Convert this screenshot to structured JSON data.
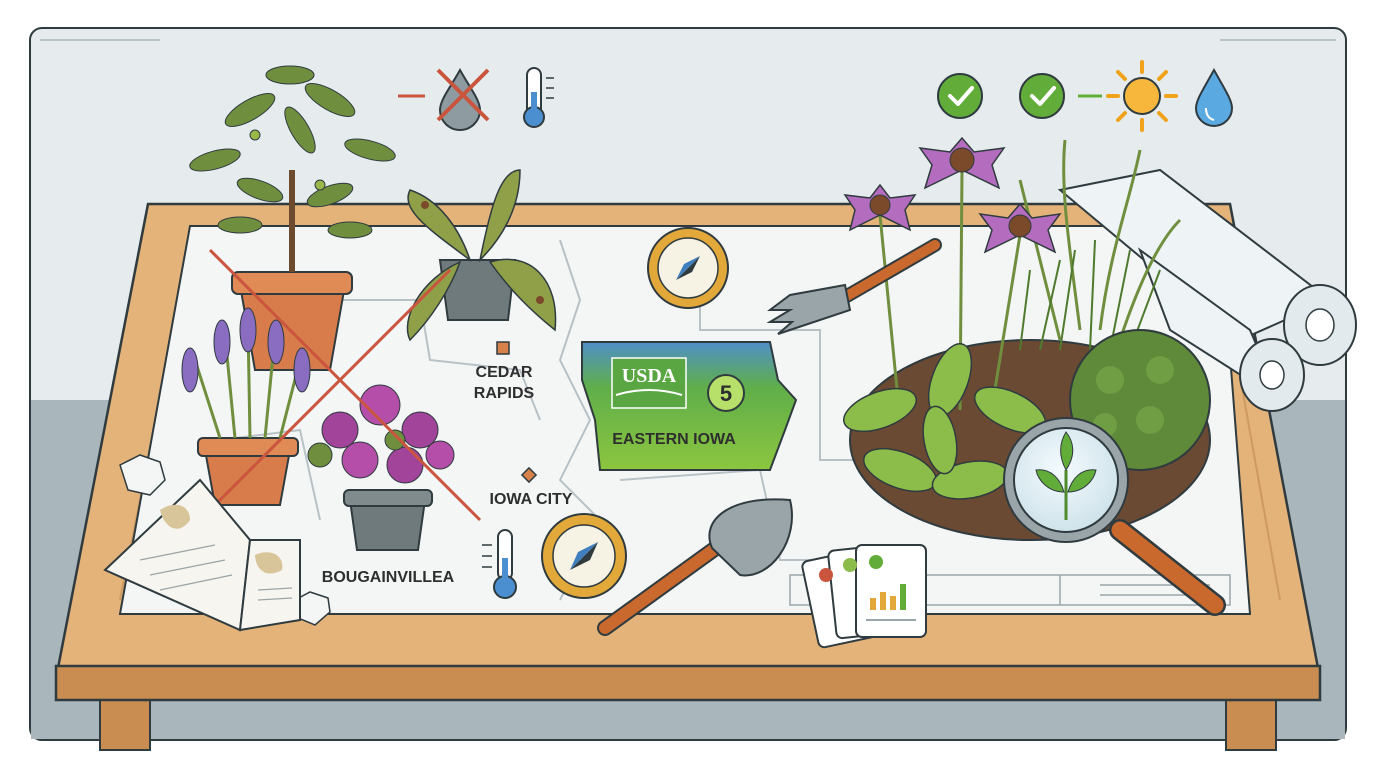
{
  "map_labels": {
    "city_1_line1": "CEDAR",
    "city_1_line2": "RAPIDS",
    "city_2": "IOWA CITY",
    "plant_label": "BOUGAINVILLEA"
  },
  "usda_sign": {
    "logo_text": "USDA",
    "zone_number": "5",
    "region": "EASTERN IOWA"
  },
  "colors": {
    "wall": "#e6ecee",
    "floor": "#a9b7bd",
    "table_wood": "#e3b37a",
    "table_edge": "#c98d52",
    "map_paper": "#f4f6f6",
    "usda_green": "#5aa642",
    "check_green": "#62ad3a",
    "cross_red": "#c9553f",
    "outline": "#2f3b3f"
  },
  "icons": {
    "left_status": [
      "thermometer-icon",
      "crossed-water-drop-icon"
    ],
    "right_status": [
      "check-icon",
      "check-icon",
      "sun-icon",
      "water-drop-icon"
    ]
  }
}
